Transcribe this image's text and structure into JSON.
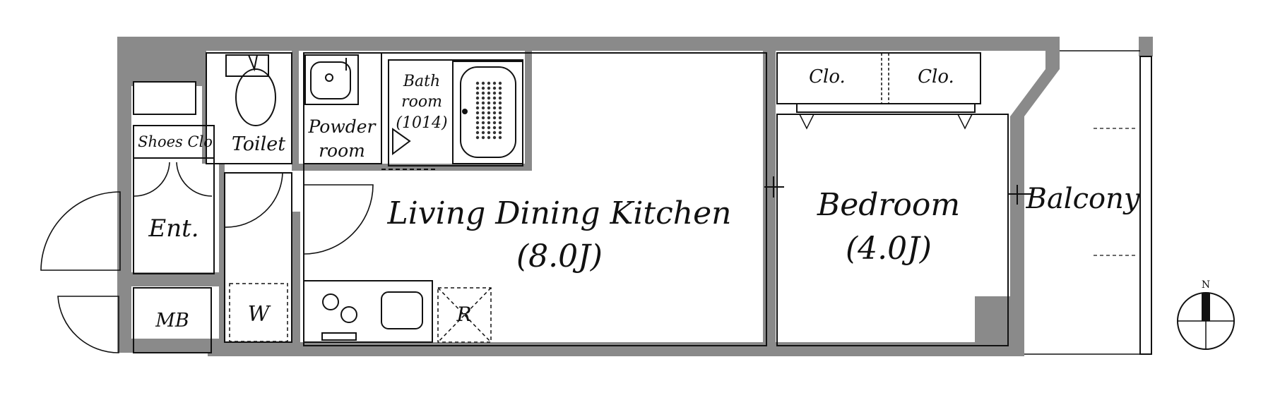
{
  "rooms": {
    "ldk": "Living Dining Kitchen",
    "ldk_size": "(8.0J)",
    "bedroom": "Bedroom",
    "bedroom_size": "(4.0J)",
    "balcony": "Balcony",
    "entrance": "Ent.",
    "shoes_closet": "Shoes Clo",
    "toilet": "Toilet",
    "powder_1": "Powder",
    "powder_2": "room",
    "bath_1": "Bath",
    "bath_2": "room",
    "bath_3": "(1014)",
    "closet_left": "Clo.",
    "closet_right": "Clo.",
    "meter_box": "MB",
    "washer": "W",
    "refrigerator": "R"
  },
  "compass": {
    "north": "N"
  },
  "colors": {
    "wall": "#8a8a8a",
    "line": "#111111",
    "background": "#ffffff"
  }
}
